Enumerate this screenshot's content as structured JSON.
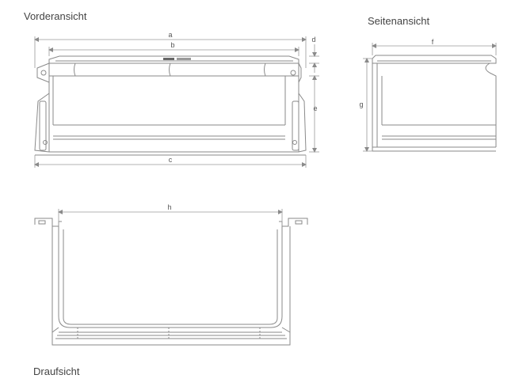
{
  "views": {
    "front": "Vorderansicht",
    "side": "Seitenansicht",
    "top": "Draufsicht"
  },
  "dimensions": {
    "a": "a",
    "b": "b",
    "c": "c",
    "d": "d",
    "e": "e",
    "f": "f",
    "g": "g",
    "h": "h"
  },
  "colors": {
    "line": "#8a8a8a",
    "dim": "#9a9a9a",
    "text": "#444444"
  }
}
